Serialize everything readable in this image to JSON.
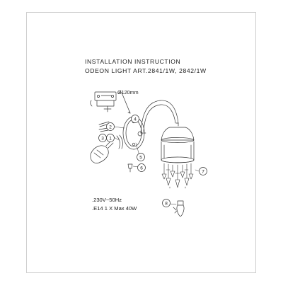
{
  "header": {
    "title_line1": "INSTALLATION INSTRUCTION",
    "title_line2": "ODEON LIGHT ART.2841/1W, 2842/1W"
  },
  "dimension": {
    "diameter": "Ø120mm"
  },
  "specs": {
    "voltage": ".230V~50Hz",
    "lamp": ".E14 1 X Max 40W"
  },
  "callouts": [
    "1",
    "2",
    "3",
    "4",
    "5",
    "6",
    "7",
    "8"
  ],
  "colors": {
    "line": "#333333",
    "frame": "#cfcfcf",
    "text": "#222222"
  }
}
